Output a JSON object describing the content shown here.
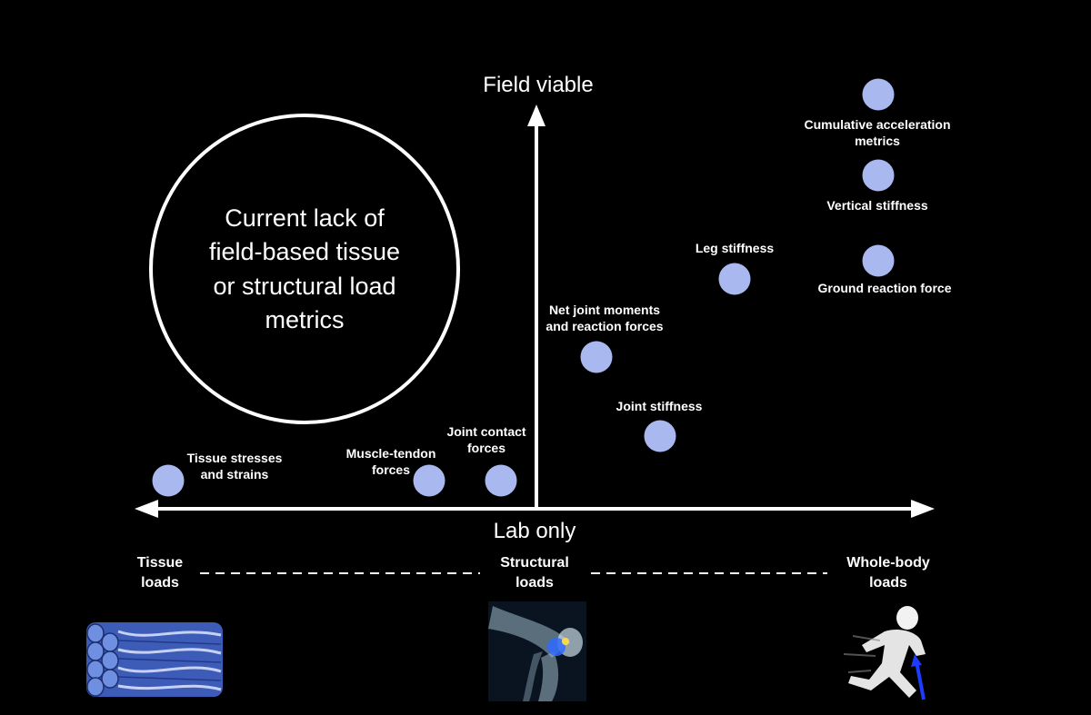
{
  "axes": {
    "y_top_label": "Field viable",
    "x_bottom_label": "Lab only"
  },
  "circle_text": "Current lack of\nfield-based tissue\nor structural load\nmetrics",
  "points": [
    {
      "label": "Tissue stresses\nand strains"
    },
    {
      "label": "Muscle-tendon\nforces"
    },
    {
      "label": "Joint contact\nforces"
    },
    {
      "label": "Net joint moments\nand reaction forces"
    },
    {
      "label": "Joint stiffness"
    },
    {
      "label": "Leg stiffness"
    },
    {
      "label": "Cumulative acceleration\nmetrics"
    },
    {
      "label": "Vertical stiffness"
    },
    {
      "label": "Ground reaction force"
    }
  ],
  "scale": {
    "left": "Tissue\nloads",
    "middle": "Structural\nloads",
    "right": "Whole-body\nloads"
  },
  "icons": {
    "left": "muscle-fiber-icon",
    "middle": "knee-joint-icon",
    "right": "running-figure-icon"
  },
  "colors": {
    "background": "#000000",
    "point": "#a9b9f0",
    "muscle": "#4a6fc9",
    "accent_blue": "#1e3cff"
  }
}
